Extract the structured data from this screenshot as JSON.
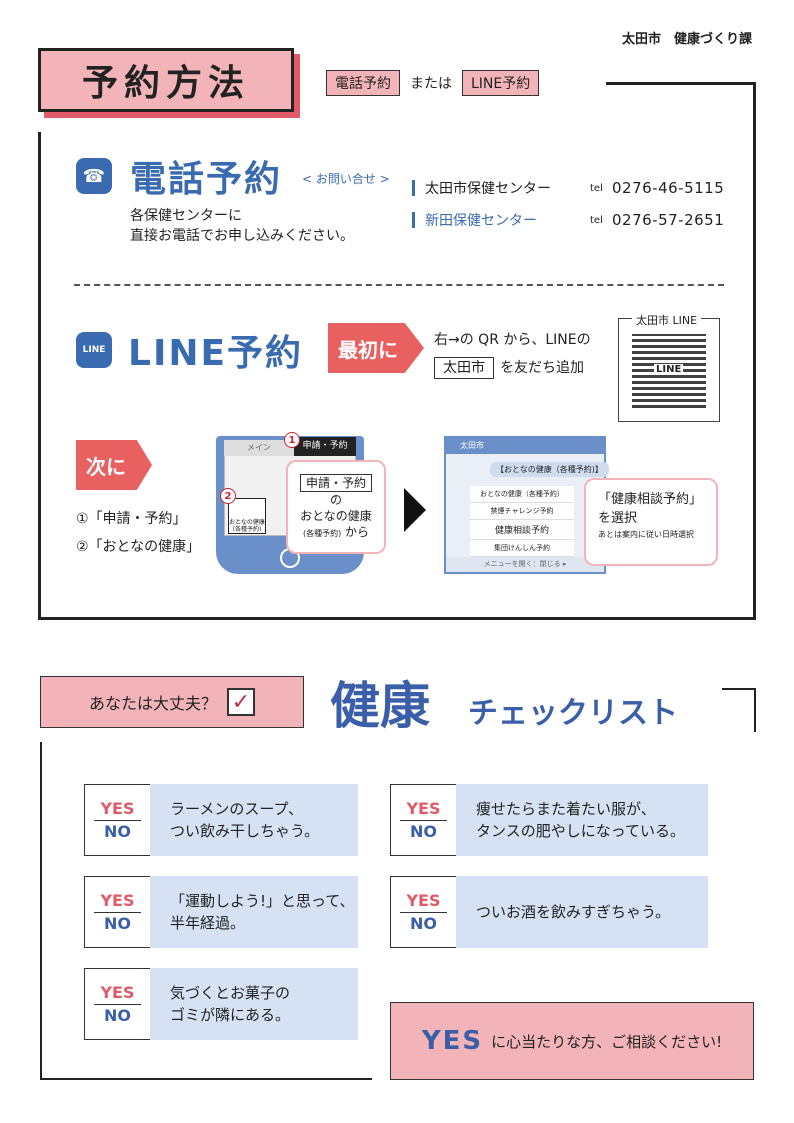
{
  "header": {
    "department": "太田市　健康づくり課",
    "title": "予約方法",
    "method_phone": "電話予約",
    "method_or": "または",
    "method_line": "LINE予約"
  },
  "phone": {
    "heading": "電話予約",
    "note": "< お問い合せ >",
    "desc1": "各保健センターに",
    "desc2": "直接お電話でお申し込みください。",
    "centers": [
      {
        "name": "太田市保健センター",
        "tel_label": "tel",
        "tel": "0276-46-5115"
      },
      {
        "name": "新田保健センター",
        "tel_label": "tel",
        "tel": "0276-57-2651"
      }
    ]
  },
  "line": {
    "heading": "LINE予約",
    "first_tag": "最初に",
    "instr1": "右→の QR から、LINEの",
    "city": "太田市",
    "instr2": "を友だち追加",
    "qr_label": "太田市 LINE",
    "qr_logo": "LINE",
    "next_tag": "次に",
    "step1": "①「申請・予約」",
    "step2": "②「おとなの健康」",
    "mock1": {
      "tab_left": "メイン",
      "tab_right": "申請・予約",
      "item": "おとなの健康 (各種予約)",
      "num1": "1",
      "num2": "2"
    },
    "callout1": {
      "box": "申請・予約",
      "line1": "の",
      "line2": "おとなの健康",
      "small": "(各種予約)",
      "line3": "から"
    },
    "mock2": {
      "bar": "太田市",
      "bubble": "【おとなの健康（各種予約)】",
      "list": [
        "おとなの健康（各種予約）",
        "禁煙チャレンジ予約",
        "健康相談予約",
        "集団けんしん予約"
      ],
      "footer": "メニューを開く：閉じる ▸"
    },
    "callout2": {
      "line1": "「健康相談予約」",
      "line2": "を選択",
      "note": "あとは案内に従い日時選択"
    }
  },
  "checklist": {
    "question": "あなたは大丈夫？",
    "check_mark": "✓",
    "title1": "健康",
    "title2": "チェックリスト",
    "yes": "YES",
    "no": "NO",
    "items": [
      "ラーメンのスープ、\nつい飲み干しちゃう。",
      "「運動しよう!」と思って、\n半年経過。",
      "気づくとお菓子の\nゴミが隣にある。",
      "痩せたらまた着たい服が、\nタンスの肥やしになっている。",
      "ついお酒を飲みすぎちゃう。"
    ],
    "banner_yes": "YES",
    "banner_text": "に心当たりな方、ご相談ください!"
  }
}
